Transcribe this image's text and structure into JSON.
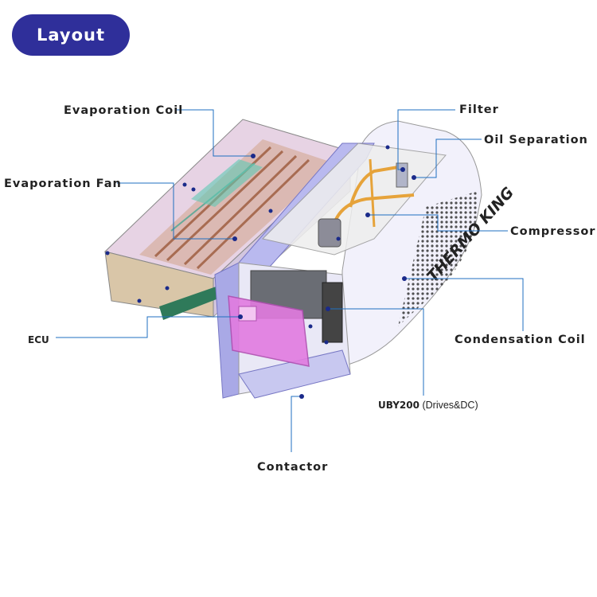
{
  "header": {
    "title": "Layout"
  },
  "labels": {
    "evaporation_coil": "Evaporation Coil",
    "evaporation_fan": "Evaporation Fan",
    "ecu": "ECU",
    "filter": "Filter",
    "oil_separation": "Oil Separation",
    "compressor": "Compressor",
    "condensation_coil": "Condensation Coil",
    "uby_model": "UBY200",
    "uby_detail": "(Drives&DC)",
    "contactor": "Contactor"
  },
  "branding": {
    "logo_text": "THERMO KING"
  },
  "colors": {
    "badge": "#2f2f9a",
    "leader_line": "#1f6fc0",
    "marker_dot": "#1a2a8a",
    "ecu_highlight": "#e27be0",
    "frame": "#a9a9e6"
  }
}
